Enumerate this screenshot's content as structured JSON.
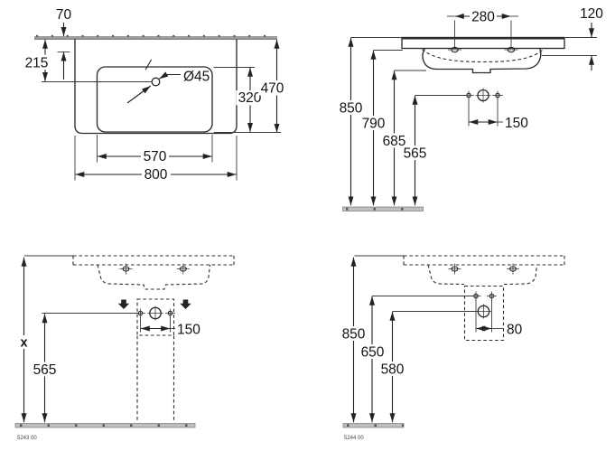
{
  "drawing": {
    "title": "washbasin technical dimension drawing",
    "views": {
      "plan": {
        "offset_70": "70",
        "tap_setback_215": "215",
        "tap_hole_diameter": "Ø45",
        "overall_depth_470": "470",
        "bowl_depth_320": "320",
        "bowl_width_570": "570",
        "overall_width_800": "800"
      },
      "front": {
        "hole_spacing_280": "280",
        "rim_thickness_120": "120",
        "rim_height_850": "850",
        "underside_790": "790",
        "body_bottom_685": "685",
        "fitting_height_565": "565",
        "supply_spacing_150": "150"
      },
      "install_left": {
        "height_x": "x",
        "fitting_height_565": "565",
        "supply_spacing_150": "150",
        "product_code": "5243 00"
      },
      "install_right": {
        "rim_height_850": "850",
        "fixing_height_650": "650",
        "drain_height_580": "580",
        "hole_spacing_80": "80",
        "product_code": "5244 00"
      }
    }
  }
}
